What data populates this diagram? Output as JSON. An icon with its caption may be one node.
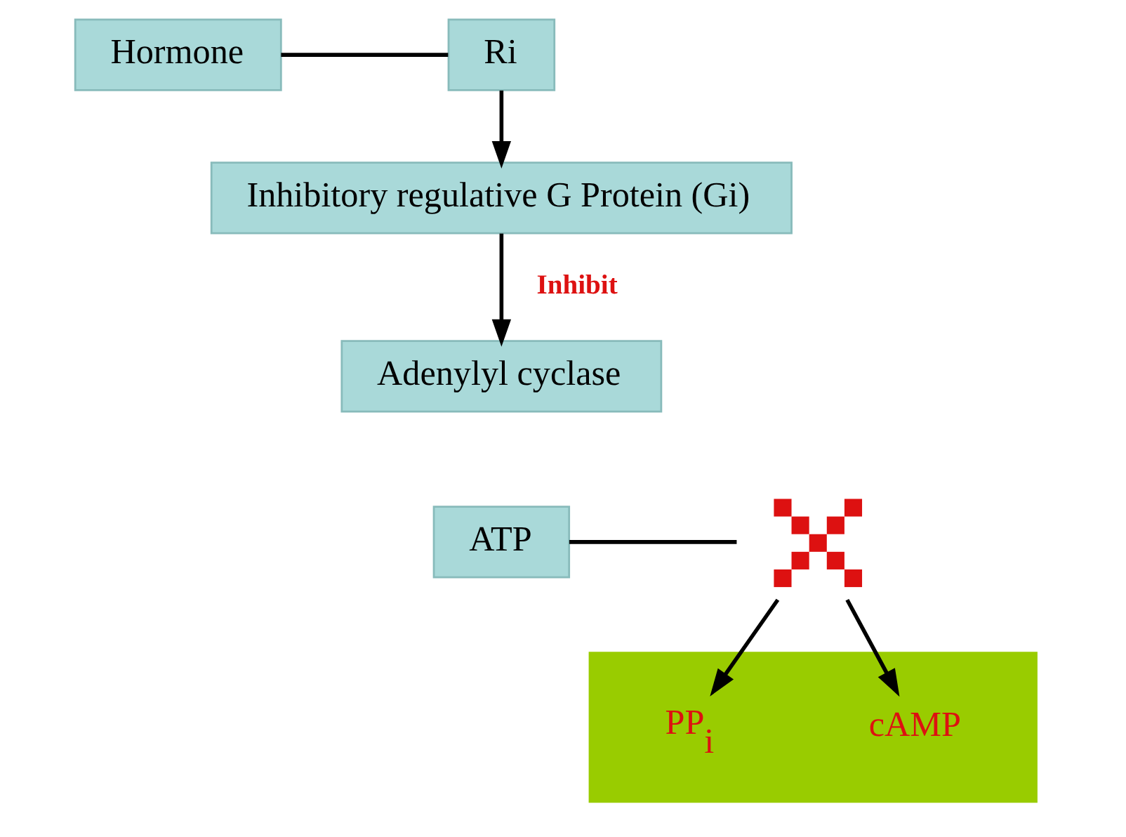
{
  "diagram": {
    "nodes": [
      {
        "text": [
          "Hormone"
        ]
      },
      {
        "text": [
          "Ri"
        ]
      },
      {
        "text": [
          "Inhibitory regulative G Protein (Gi)"
        ]
      },
      {
        "text": [
          "Adenylyl cyclase"
        ]
      },
      {
        "text": [
          "ATP"
        ]
      },
      {
        "text": [],
        "shape": "cross"
      },
      {
        "text": [],
        "shape": "box"
      },
      {
        "text": [
          "PP$_{i}$"
        ],
        "in": 6
      },
      {
        "text": [
          "cAMP"
        ],
        "in": 6
      }
    ],
    "edges": [
      {
        "from": 0,
        "to": 1,
        "arrow": "none"
      },
      {
        "from": 1,
        "to": 2,
        "arrow": "to"
      },
      {
        "from": 2,
        "to": 3,
        "arrow": "to",
        "label": "Inhibit"
      },
      {
        "from": 4,
        "to": 5,
        "arrow": "none"
      },
      {
        "from": 5,
        "to": 7,
        "arrow": "to"
      },
      {
        "from": 5,
        "to": 8,
        "arrow": "to"
      }
    ]
  }
}
